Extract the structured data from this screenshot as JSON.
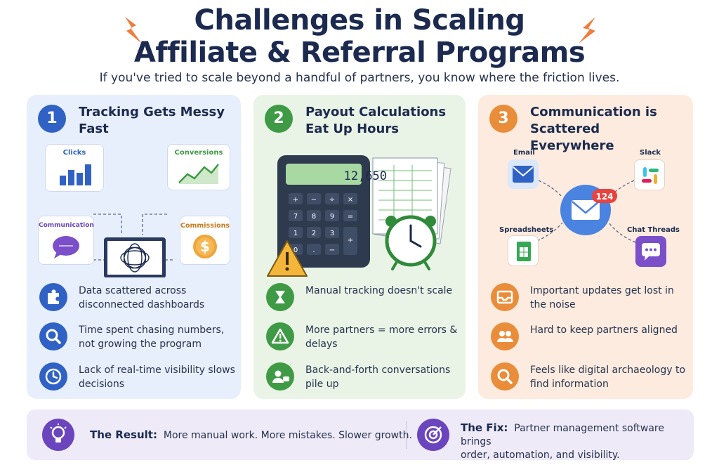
{
  "header": {
    "title_line1": "Challenges in Scaling",
    "title_line2": "Affiliate & Referral Programs",
    "subtitle": "If you've tried to scale beyond a handful of partners, you know where the friction lives."
  },
  "cards": [
    {
      "number": "1",
      "title": "Tracking Gets Messy Fast",
      "illustration": {
        "clicks_label": "Clicks",
        "conversions_label": "Conversions",
        "communication_label": "Communication",
        "commissions_label": "Commissions"
      },
      "bullets": [
        {
          "icon": "puzzle-icon",
          "text": "Data scattered across disconnected dashboards"
        },
        {
          "icon": "search-icon",
          "text": "Time spent chasing numbers, not growing the program"
        },
        {
          "icon": "clock-icon",
          "text": "Lack of real-time visibility slows decisions"
        }
      ]
    },
    {
      "number": "2",
      "title": "Payout Calculations Eat Up Hours",
      "illustration": {
        "calculator_display": "12,650"
      },
      "bullets": [
        {
          "icon": "hourglass-icon",
          "text": "Manual tracking doesn't scale"
        },
        {
          "icon": "warning-icon",
          "text": "More partners = more errors & delays"
        },
        {
          "icon": "user-chat-icon",
          "text": "Back-and-forth conversations pile up"
        }
      ]
    },
    {
      "number": "3",
      "title": "Communication is Scattered Everywhere",
      "illustration": {
        "email_label": "Email",
        "slack_label": "Slack",
        "spreadsheets_label": "Spreadsheets",
        "chat_label": "Chat Threads",
        "badge_count": "124"
      },
      "bullets": [
        {
          "icon": "inbox-icon",
          "text": "Important updates get lost in the noise"
        },
        {
          "icon": "users-icon",
          "text": "Hard to keep partners aligned"
        },
        {
          "icon": "search-icon",
          "text": "Feels like digital archaeology to find information"
        }
      ]
    }
  ],
  "footer": {
    "result_label": "The Result:",
    "result_text": "More manual work. More mistakes. Slower growth.",
    "fix_label": "The Fix:",
    "fix_text_line1": "Partner management software brings",
    "fix_text_line2": "order, automation, and visibility."
  },
  "colors": {
    "navy": "#1b2a4e",
    "blue": "#2f62c4",
    "green": "#3f9a45",
    "orange": "#e98d3a",
    "purple": "#6a45bd"
  }
}
